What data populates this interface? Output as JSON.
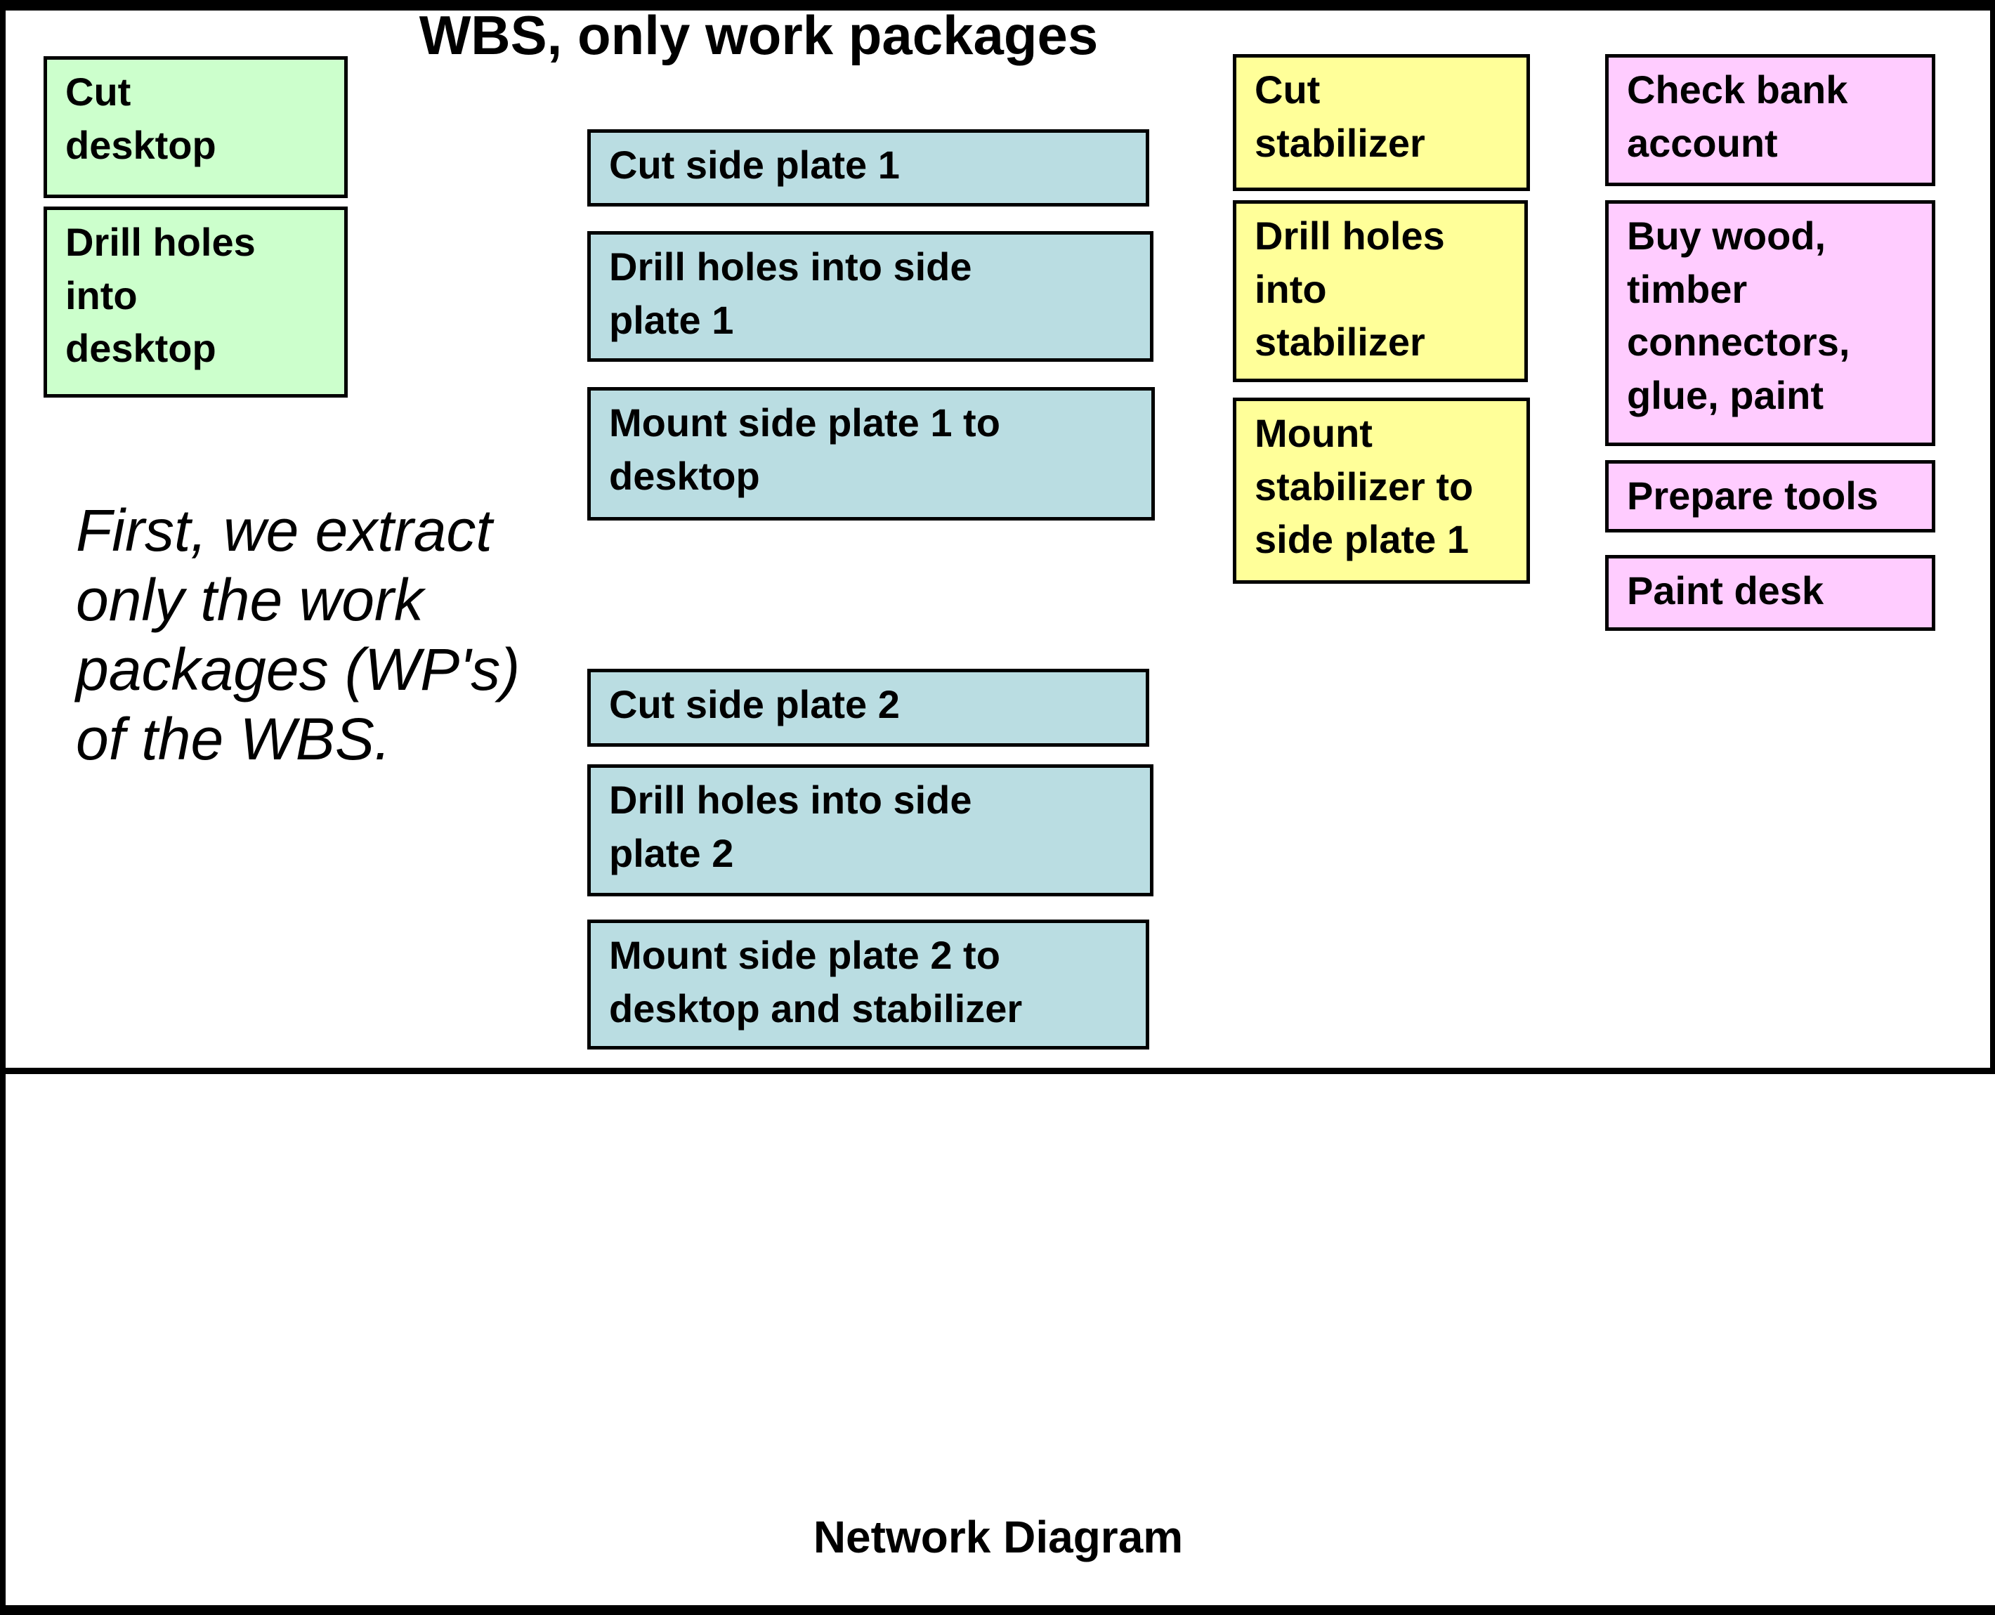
{
  "palette": {
    "desktop_green": "#ccffcc",
    "side_plate_teal": "#badde2",
    "stabilizer_yellow": "#ffff99",
    "misc_pink": "#ffccff",
    "border_black": "#000000",
    "background_white": "#ffffff"
  },
  "wbs_panel": {
    "title": "WBS, only work packages",
    "note": "First, we extract\nonly the work\npackages (WP's)\nof the WBS.",
    "work_packages": [
      {
        "id": "cut-desktop",
        "label": "Cut\ndesktop",
        "color_key": "desktop_green"
      },
      {
        "id": "drill-holes-into-desktop",
        "label": "Drill holes\ninto\ndesktop",
        "color_key": "desktop_green"
      },
      {
        "id": "cut-side-plate-1",
        "label": "Cut side plate 1",
        "color_key": "side_plate_teal"
      },
      {
        "id": "drill-holes-into-side-plate-1",
        "label": "Drill holes into side\nplate 1",
        "color_key": "side_plate_teal"
      },
      {
        "id": "mount-side-plate-1-to-desktop",
        "label": "Mount side plate 1 to\ndesktop",
        "color_key": "side_plate_teal"
      },
      {
        "id": "cut-side-plate-2",
        "label": "Cut side plate 2",
        "color_key": "side_plate_teal"
      },
      {
        "id": "drill-holes-into-side-plate-2",
        "label": "Drill holes into side\nplate 2",
        "color_key": "side_plate_teal"
      },
      {
        "id": "mount-side-plate-2-to-desktop-and-stabilizer",
        "label": "Mount side plate 2 to\ndesktop and stabilizer",
        "color_key": "side_plate_teal"
      },
      {
        "id": "cut-stabilizer",
        "label": "Cut\nstabilizer",
        "color_key": "stabilizer_yellow"
      },
      {
        "id": "drill-holes-into-stabilizer",
        "label": "Drill holes\ninto\nstabilizer",
        "color_key": "stabilizer_yellow"
      },
      {
        "id": "mount-stabilizer-to-side-plate-1",
        "label": "Mount\nstabilizer to\nside plate 1",
        "color_key": "stabilizer_yellow"
      },
      {
        "id": "check-bank-account",
        "label": "Check bank\naccount",
        "color_key": "misc_pink"
      },
      {
        "id": "buy-wood-timber-connectors-glue-paint",
        "label": "Buy wood,\ntimber\nconnectors,\nglue, paint",
        "color_key": "misc_pink"
      },
      {
        "id": "prepare-tools",
        "label": "Prepare tools",
        "color_key": "misc_pink"
      },
      {
        "id": "paint-desk",
        "label": "Paint desk",
        "color_key": "misc_pink"
      }
    ]
  },
  "network_panel": {
    "title": "Network Diagram"
  }
}
